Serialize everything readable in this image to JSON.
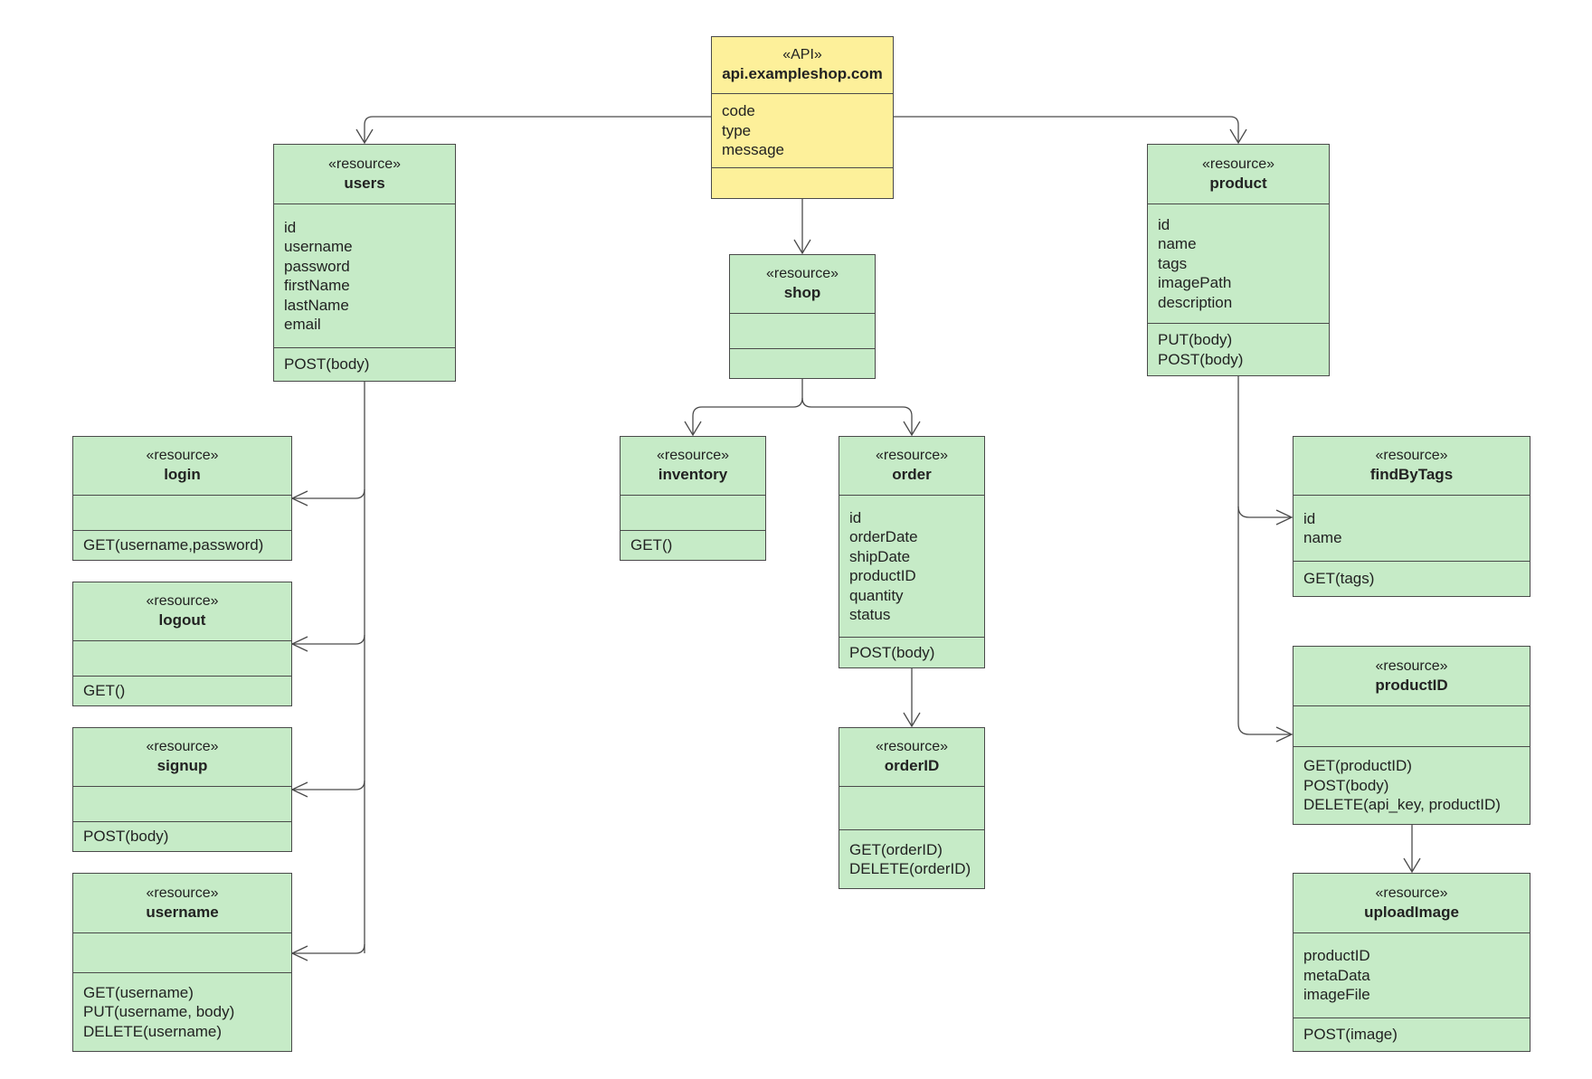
{
  "diagram": {
    "api": {
      "stereotype": "«API»",
      "name": "api.exampleshop.com",
      "attributes": [
        "code",
        "type",
        "message"
      ],
      "methods": []
    },
    "resources": {
      "users": {
        "stereotype": "«resource»",
        "name": "users",
        "attributes": [
          "id",
          "username",
          "password",
          "firstName",
          "lastName",
          "email"
        ],
        "methods": [
          "POST(body)"
        ]
      },
      "shop": {
        "stereotype": "«resource»",
        "name": "shop",
        "attributes": [],
        "methods": []
      },
      "product": {
        "stereotype": "«resource»",
        "name": "product",
        "attributes": [
          "id",
          "name",
          "tags",
          "imagePath",
          "description"
        ],
        "methods": [
          "PUT(body)",
          "POST(body)"
        ]
      },
      "login": {
        "stereotype": "«resource»",
        "name": "login",
        "attributes": [],
        "methods": [
          "GET(username,password)"
        ]
      },
      "logout": {
        "stereotype": "«resource»",
        "name": "logout",
        "attributes": [],
        "methods": [
          "GET()"
        ]
      },
      "signup": {
        "stereotype": "«resource»",
        "name": "signup",
        "attributes": [],
        "methods": [
          "POST(body)"
        ]
      },
      "username": {
        "stereotype": "«resource»",
        "name": "username",
        "attributes": [],
        "methods": [
          "GET(username)",
          "PUT(username, body)",
          "DELETE(username)"
        ]
      },
      "inventory": {
        "stereotype": "«resource»",
        "name": "inventory",
        "attributes": [],
        "methods": [
          "GET()"
        ]
      },
      "order": {
        "stereotype": "«resource»",
        "name": "order",
        "attributes": [
          "id",
          "orderDate",
          "shipDate",
          "productID",
          "quantity",
          "status"
        ],
        "methods": [
          "POST(body)"
        ]
      },
      "orderID": {
        "stereotype": "«resource»",
        "name": "orderID",
        "attributes": [],
        "methods": [
          "GET(orderID)",
          "DELETE(orderID)"
        ]
      },
      "findByTags": {
        "stereotype": "«resource»",
        "name": "findByTags",
        "attributes": [
          "id",
          "name"
        ],
        "methods": [
          "GET(tags)"
        ]
      },
      "productID": {
        "stereotype": "«resource»",
        "name": "productID",
        "attributes": [],
        "methods": [
          "GET(productID)",
          "POST(body)",
          "DELETE(api_key, productID)"
        ]
      },
      "uploadImage": {
        "stereotype": "«resource»",
        "name": "uploadImage",
        "attributes": [
          "productID",
          "metaData",
          "imageFile"
        ],
        "methods": [
          "POST(image)"
        ]
      }
    },
    "colors": {
      "resource_fill": "#c6ebc7",
      "api_fill": "#fdf09a",
      "border": "#4a4a4a",
      "line": "#4a4a4a"
    }
  }
}
